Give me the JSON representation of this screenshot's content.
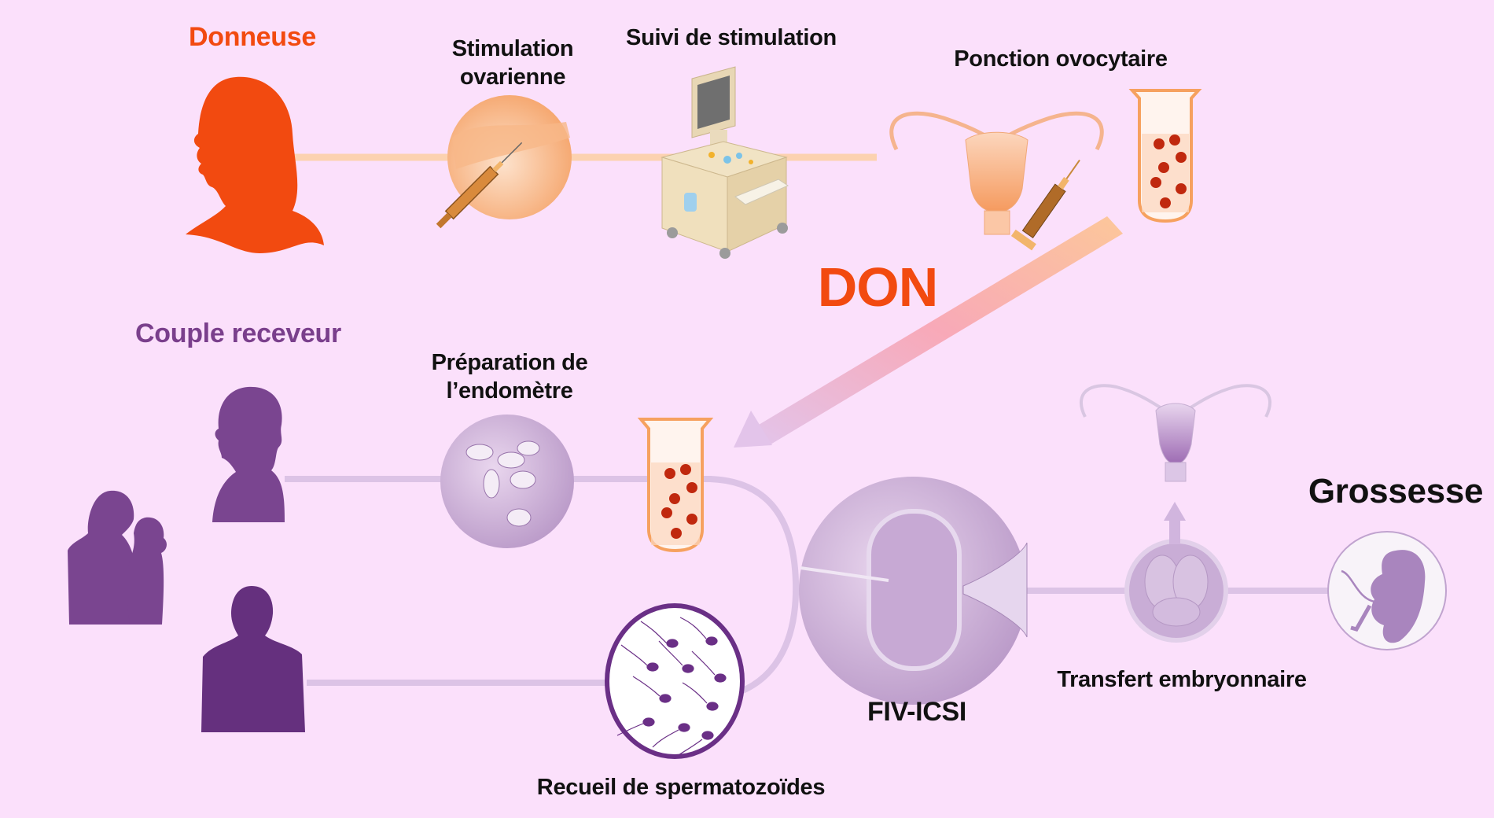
{
  "title": "Don d'ovocytes — parcours",
  "colors": {
    "background": "#fbe0fb",
    "donor_orange": "#f24a10",
    "recipient_purple": "#7a3f8c",
    "donor_line": "#fcd2b0",
    "recipient_line": "#dcc3e6",
    "oocyte_red": "#c0280e"
  },
  "donor": {
    "title": "Donneuse",
    "steps": [
      {
        "label_lines": [
          "Stimulation",
          "ovarienne"
        ],
        "icon": "injection-belly-icon"
      },
      {
        "label_lines": [
          "Suivi de stimulation"
        ],
        "icon": "ultrasound-machine-icon"
      },
      {
        "label_lines": [
          "Ponction ovocytaire"
        ],
        "icon": "uterus-syringe-icon"
      }
    ],
    "tube_icon": "oocyte-test-tube-icon"
  },
  "transfer_label": "DON",
  "recipient": {
    "title": "Couple receveur",
    "steps": [
      {
        "label_lines": [
          "Préparation de",
          "l’endomètre"
        ],
        "icon": "pills-icon"
      },
      {
        "label_lines": [
          "Recueil de spermatozoïdes"
        ],
        "icon": "sperm-icon"
      },
      {
        "label_lines": [
          "FIV-ICSI"
        ],
        "icon": "icsi-injection-icon"
      },
      {
        "label_lines": [
          "Transfert embryonnaire"
        ],
        "icon": "embryo-icon"
      }
    ]
  },
  "outcome": {
    "title": "Grossesse",
    "icon": "fetus-icon"
  }
}
